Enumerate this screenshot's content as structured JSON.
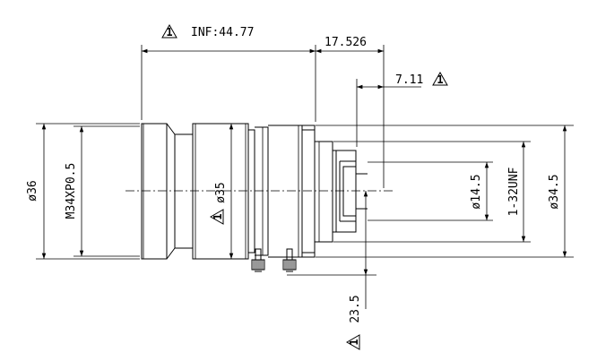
{
  "dimensions": {
    "inf": "INF:44.77",
    "length_a": "17.526",
    "length_b": "7.11",
    "dia_36": "ø36",
    "thread_m34": "M34XP0.5",
    "dia_35": "ø35",
    "dia_14_5": "ø14.5",
    "thread_unf": "1-32UNF",
    "dia_34_5": "ø34.5",
    "height_23_5": "23.5"
  },
  "warning_symbol": {
    "icon": "warning-triangle-icon",
    "label": "1"
  }
}
